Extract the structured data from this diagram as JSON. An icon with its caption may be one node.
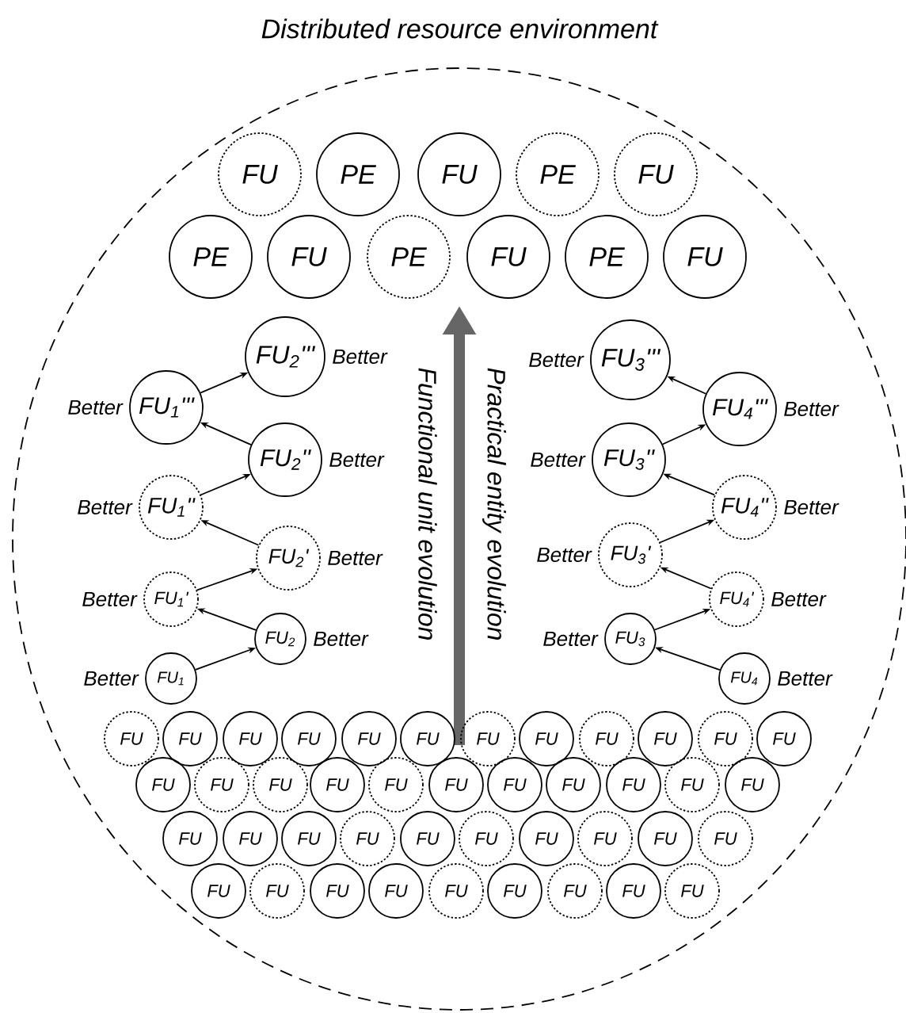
{
  "diagram": {
    "nodes": [
      {
        "text": [
          "Distributed resource environment"
        ]
      },
      {
        "text": [
          "FU"
        ],
        "in": 0
      },
      {
        "text": [
          "PE"
        ],
        "in": 0
      },
      {
        "text": [
          "FU"
        ],
        "in": 0
      },
      {
        "text": [
          "PE"
        ],
        "in": 0
      },
      {
        "text": [
          "FU"
        ],
        "in": 0
      },
      {
        "text": [
          "PE"
        ],
        "in": 0
      },
      {
        "text": [
          "FU"
        ],
        "in": 0
      },
      {
        "text": [
          "PE"
        ],
        "in": 0
      },
      {
        "text": [
          "FU"
        ],
        "in": 0
      },
      {
        "text": [
          "PE"
        ],
        "in": 0
      },
      {
        "text": [
          "FU"
        ],
        "in": 0
      },
      {
        "text": [
          "FU$_{2}$'''"
        ],
        "in": 0,
        "beside": [
          "Better"
        ]
      },
      {
        "text": [
          "FU$_{1}$'''"
        ],
        "in": 0,
        "beside": [
          "Better"
        ]
      },
      {
        "text": [
          "FU$_{2}$''"
        ],
        "in": 0,
        "beside": [
          "Better"
        ]
      },
      {
        "text": [
          "FU$_{1}$''"
        ],
        "in": 0,
        "beside": [
          "Better"
        ]
      },
      {
        "text": [
          "FU$_{2}$'"
        ],
        "in": 0,
        "beside": [
          "Better"
        ]
      },
      {
        "text": [
          "FU$_{1}$'"
        ],
        "in": 0,
        "beside": [
          "Better"
        ]
      },
      {
        "text": [
          "FU$_{2}$"
        ],
        "in": 0,
        "beside": [
          "Better"
        ]
      },
      {
        "text": [
          "FU$_{1}$"
        ],
        "in": 0,
        "beside": [
          "Better"
        ]
      },
      {
        "text": [
          "FU$_{3}$'''"
        ],
        "in": 0,
        "beside": [
          "Better"
        ]
      },
      {
        "text": [
          "FU$_{4}$'''"
        ],
        "in": 0,
        "beside": [
          "Better"
        ]
      },
      {
        "text": [
          "FU$_{3}$''"
        ],
        "in": 0,
        "beside": [
          "Better"
        ]
      },
      {
        "text": [
          "FU$_{4}$''"
        ],
        "in": 0,
        "beside": [
          "Better"
        ]
      },
      {
        "text": [
          "FU$_{3}$'"
        ],
        "in": 0,
        "beside": [
          "Better"
        ]
      },
      {
        "text": [
          "FU$_{4}$'"
        ],
        "in": 0,
        "beside": [
          "Better"
        ]
      },
      {
        "text": [
          "FU$_{3}$"
        ],
        "in": 0,
        "beside": [
          "Better"
        ]
      },
      {
        "text": [
          "FU$_{4}$"
        ],
        "in": 0,
        "beside": [
          "Better"
        ]
      },
      {
        "text": [
          "FU"
        ],
        "in": 0
      },
      {
        "text": [
          "FU"
        ],
        "in": 0
      },
      {
        "text": [
          "FU"
        ],
        "in": 0
      },
      {
        "text": [
          "FU"
        ],
        "in": 0
      },
      {
        "text": [
          "FU"
        ],
        "in": 0
      },
      {
        "text": [
          "FU"
        ],
        "in": 0
      },
      {
        "text": [
          "FU"
        ],
        "in": 0
      },
      {
        "text": [
          "FU"
        ],
        "in": 0
      },
      {
        "text": [
          "FU"
        ],
        "in": 0
      },
      {
        "text": [
          "FU"
        ],
        "in": 0
      },
      {
        "text": [
          "FU"
        ],
        "in": 0
      },
      {
        "text": [
          "FU"
        ],
        "in": 0
      },
      {
        "text": [
          "FU"
        ],
        "in": 0
      },
      {
        "text": [
          "FU"
        ],
        "in": 0
      },
      {
        "text": [
          "FU"
        ],
        "in": 0
      },
      {
        "text": [
          "FU"
        ],
        "in": 0
      },
      {
        "text": [
          "FU"
        ],
        "in": 0
      },
      {
        "text": [
          "FU"
        ],
        "in": 0
      },
      {
        "text": [
          "FU"
        ],
        "in": 0
      },
      {
        "text": [
          "FU"
        ],
        "in": 0
      },
      {
        "text": [
          "FU"
        ],
        "in": 0
      },
      {
        "text": [
          "FU"
        ],
        "in": 0
      },
      {
        "text": [
          "FU"
        ],
        "in": 0
      },
      {
        "text": [
          "FU"
        ],
        "in": 0
      },
      {
        "text": [
          "FU"
        ],
        "in": 0
      },
      {
        "text": [
          "FU"
        ],
        "in": 0
      },
      {
        "text": [
          "FU"
        ],
        "in": 0
      },
      {
        "text": [
          "FU"
        ],
        "in": 0
      },
      {
        "text": [
          "FU"
        ],
        "in": 0
      },
      {
        "text": [
          "FU"
        ],
        "in": 0
      },
      {
        "text": [
          "FU"
        ],
        "in": 0
      },
      {
        "text": [
          "FU"
        ],
        "in": 0
      },
      {
        "text": [
          "FU"
        ],
        "in": 0
      },
      {
        "text": [
          "FU"
        ],
        "in": 0
      },
      {
        "text": [
          "FU"
        ],
        "in": 0
      },
      {
        "text": [
          "FU"
        ],
        "in": 0
      },
      {
        "text": [
          "FU"
        ],
        "in": 0
      },
      {
        "text": [
          "FU"
        ],
        "in": 0
      },
      {
        "text": [
          "FU"
        ],
        "in": 0
      },
      {
        "text": [
          "FU"
        ],
        "in": 0
      },
      {
        "text": [
          "FU"
        ],
        "in": 0
      },
      {
        "text": [
          "FU"
        ],
        "in": 0
      }
    ],
    "edges": [
      {
        "from": 19,
        "to": 18,
        "arrow": "to"
      },
      {
        "from": 18,
        "to": 17,
        "arrow": "to"
      },
      {
        "from": 17,
        "to": 16,
        "arrow": "to"
      },
      {
        "from": 16,
        "to": 15,
        "arrow": "to"
      },
      {
        "from": 15,
        "to": 14,
        "arrow": "to"
      },
      {
        "from": 14,
        "to": 13,
        "arrow": "to"
      },
      {
        "from": 13,
        "to": 12,
        "arrow": "to"
      },
      {
        "from": 27,
        "to": 26,
        "arrow": "to"
      },
      {
        "from": 26,
        "to": 25,
        "arrow": "to"
      },
      {
        "from": 25,
        "to": 24,
        "arrow": "to"
      },
      {
        "from": 24,
        "to": 23,
        "arrow": "to"
      },
      {
        "from": 23,
        "to": 22,
        "arrow": "to"
      },
      {
        "from": 22,
        "to": 21,
        "arrow": "to"
      },
      {
        "from": 21,
        "to": 20,
        "arrow": "to"
      }
    ],
    "labels": [
      "Functional unit evolution",
      "Practical entity evolution"
    ]
  }
}
